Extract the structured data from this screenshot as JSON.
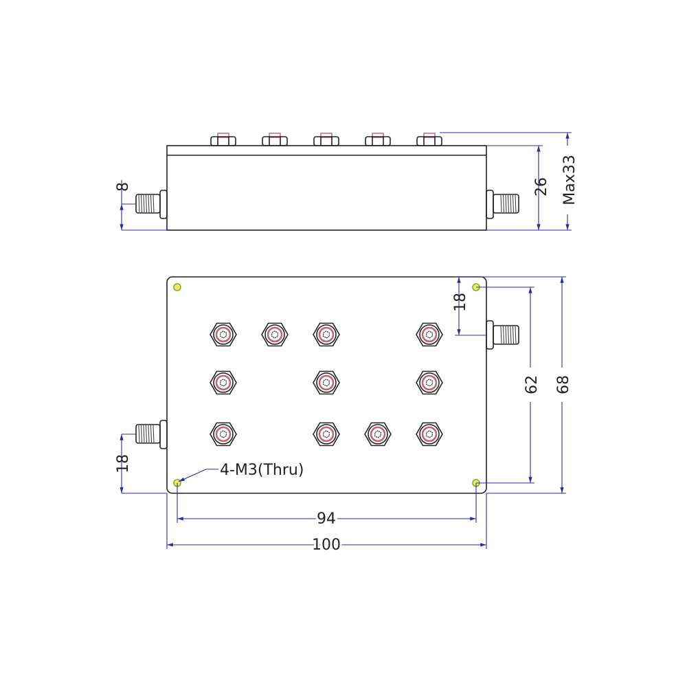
{
  "side_view": {
    "dim_connector_height": "8",
    "dim_body_height": "26",
    "dim_max_height": "Max33"
  },
  "top_view": {
    "dim_connector_offset_right": "18",
    "dim_hole_spacing_vertical": "62",
    "dim_total_height": "68",
    "dim_connector_offset_left": "18",
    "dim_hole_spacing_horizontal": "94",
    "dim_total_width": "100",
    "hole_callout": "4-M3(Thru)",
    "tuners": [
      [
        1,
        1,
        1,
        0,
        1
      ],
      [
        1,
        0,
        1,
        0,
        1
      ],
      [
        1,
        0,
        1,
        1,
        1
      ]
    ]
  },
  "colors": {
    "outline": "#222222",
    "dimension": "#2b2ba8",
    "tuner_ring": "#c06070",
    "hole": "#7ab030"
  }
}
